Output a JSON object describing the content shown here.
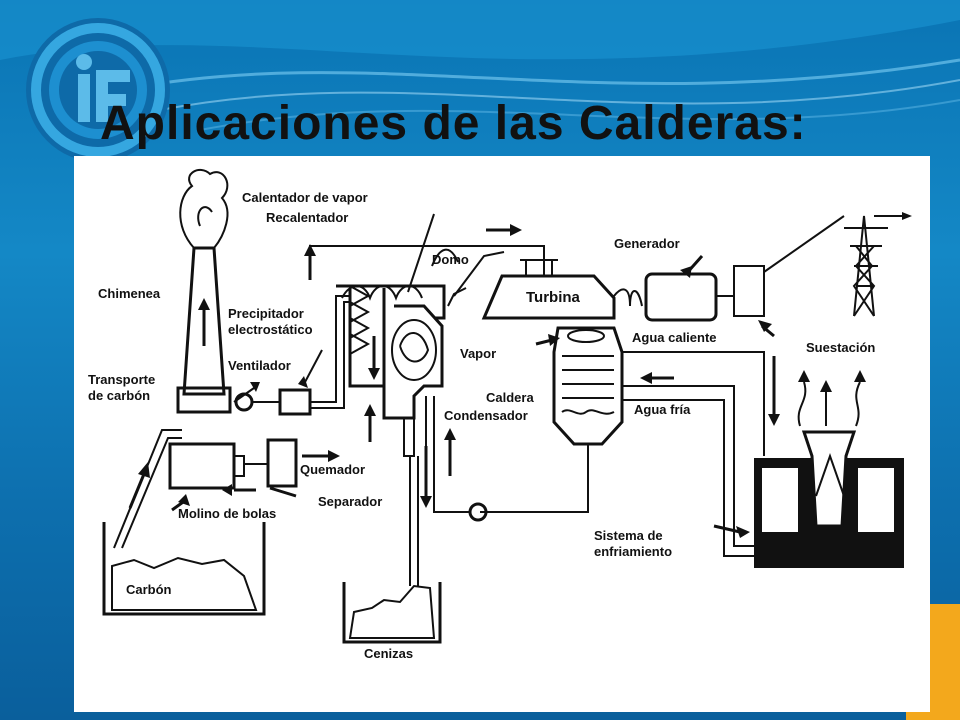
{
  "slide": {
    "title": "Aplicaciones de las Calderas:"
  },
  "colors": {
    "background": "#0a74b4",
    "title_text": "#111111",
    "logo_ring": "#1d8fd0",
    "accent_corner": "#f3a81c",
    "diagram_bg": "#ffffff"
  },
  "diagram": {
    "labels": {
      "calentador_vapor": "Calentador de vapor",
      "recalentador": "Recalentador",
      "domo": "Domo",
      "generador": "Generador",
      "chimenea": "Chimenea",
      "turbina": "Turbina",
      "precipitador_1": "Precipitador",
      "precipitador_2": "electrostático",
      "agua_caliente": "Agua caliente",
      "suestacion": "Suestación",
      "vapor": "Vapor",
      "ventilador": "Ventilador",
      "transporte_1": "Transporte",
      "transporte_2": "de carbón",
      "caldera": "Caldera",
      "condensador": "Condensador",
      "agua_fria": "Agua fría",
      "quemador": "Quemador",
      "separador": "Separador",
      "molino": "Molino de bolas",
      "sistema_1": "Sistema de",
      "sistema_2": "enfriamiento",
      "carbon": "Carbón",
      "cenizas": "Cenizas"
    }
  }
}
